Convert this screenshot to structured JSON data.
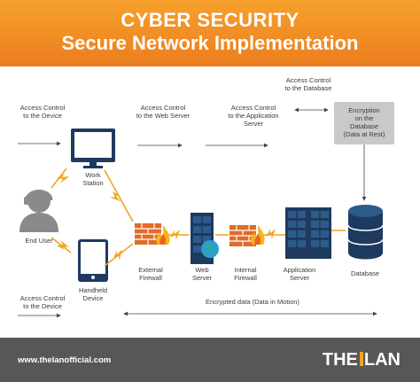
{
  "header": {
    "title": "CYBER SECURITY",
    "subtitle": "Secure Network Implementation",
    "colors": {
      "top": "#f6a12c",
      "bottom": "#ec7d1e"
    }
  },
  "labels": {
    "access_control_device_top": [
      "Access Control",
      "to the Device"
    ],
    "access_control_web_server": [
      "Access Control",
      "to the Web Server"
    ],
    "access_control_app_server": [
      "Access Control",
      "to the Application",
      "Server"
    ],
    "access_control_database": [
      "Access Control",
      "to the Database"
    ],
    "encryption_box": [
      "Encryption",
      "on the",
      "Database",
      "(Data at Rest)"
    ],
    "work_station": [
      "Work",
      "Station"
    ],
    "end_user": [
      "End User"
    ],
    "handheld_device": [
      "Handheld",
      "Device"
    ],
    "external_firewall": [
      "External",
      "Firewall"
    ],
    "web_server": [
      "Web",
      "Server"
    ],
    "internal_firewall": [
      "Internal",
      "Firewall"
    ],
    "application_server": [
      "Application",
      "Server"
    ],
    "database": [
      "Database"
    ],
    "access_control_device_bottom": [
      "Access Control",
      "to the Device"
    ],
    "encrypted_data": [
      "Encrypted data (Data in Motion)"
    ]
  },
  "footer": {
    "url": "www.thelanofficial.com",
    "logo_left": "THE",
    "logo_right": "LAN"
  },
  "icons": {
    "user": "user-silhouette-icon",
    "workstation": "monitor-icon",
    "handheld": "tablet-icon",
    "firewall": "firewall-icon",
    "server": "server-rack-icon",
    "globe": "globe-icon",
    "database": "database-cylinder-icon",
    "lightning": "lightning-bolt-icon"
  },
  "colors": {
    "orange": "#f0a51e",
    "navy": "#1e3a5f",
    "brick": "#e26b2a",
    "gray": "#8a8a8a",
    "line": "#444444"
  }
}
